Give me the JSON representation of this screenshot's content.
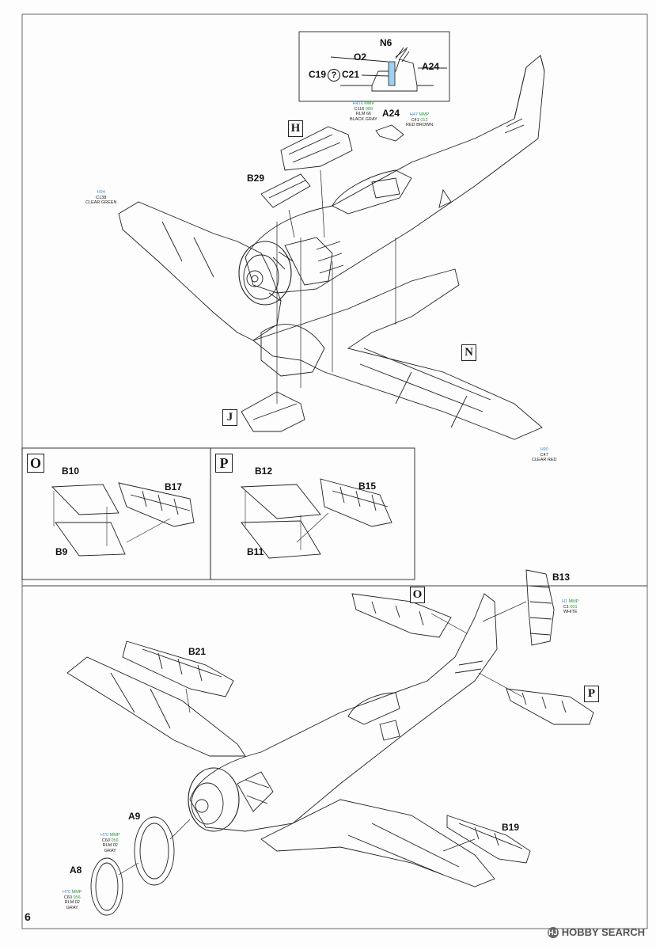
{
  "page_number": "6",
  "watermark": {
    "logo": "HJ",
    "text": "HOBBY SEARCH"
  },
  "inset": {
    "labels": {
      "n6": "N6",
      "o2": "O2",
      "a24": "A24",
      "c19": "C19",
      "q": "?",
      "c21": "C21"
    }
  },
  "step_top": {
    "labels": {
      "h_box": "H",
      "a24": "A24",
      "b29": "B29",
      "n_box": "N",
      "j_box": "J"
    },
    "tags": {
      "h416": {
        "hc": "H416",
        "mmp": "MMP",
        "code": "C116",
        "num": "089",
        "name1": "RLM 66",
        "name2": "BLACK GRAY"
      },
      "h47": {
        "hc": "H47",
        "mmp": "MMP",
        "code": "C41",
        "num": "012",
        "name1": "RED BROWN"
      },
      "h94": {
        "hc": "H94",
        "code": "C138",
        "name1": "CLEAR GREEN"
      },
      "h90": {
        "hc": "H90",
        "code": "C47",
        "name1": "CLEAR RED"
      }
    }
  },
  "sub_o": {
    "box": "O",
    "labels": {
      "b10": "B10",
      "b17": "B17",
      "b9": "B9"
    }
  },
  "sub_p": {
    "box": "P",
    "labels": {
      "b12": "B12",
      "b15": "B15",
      "b11": "B11"
    }
  },
  "step_bottom": {
    "labels": {
      "o_box": "O",
      "p_box": "P",
      "b13": "B13",
      "b21": "B21",
      "b19": "B19",
      "a9": "A9",
      "a8": "A8"
    },
    "tags": {
      "h1": {
        "hc": "H1",
        "mmp": "MMP",
        "code": "C1",
        "num": "001",
        "name1": "WHITE"
      },
      "h70a": {
        "hc": "H70",
        "mmp": "MMP",
        "code": "C60",
        "num": "056",
        "name1": "RLM 02",
        "name2": "GRAY"
      },
      "h70b": {
        "hc": "H70",
        "mmp": "MMP",
        "code": "C60",
        "num": "056",
        "name1": "RLM 02",
        "name2": "GRAY"
      }
    }
  }
}
